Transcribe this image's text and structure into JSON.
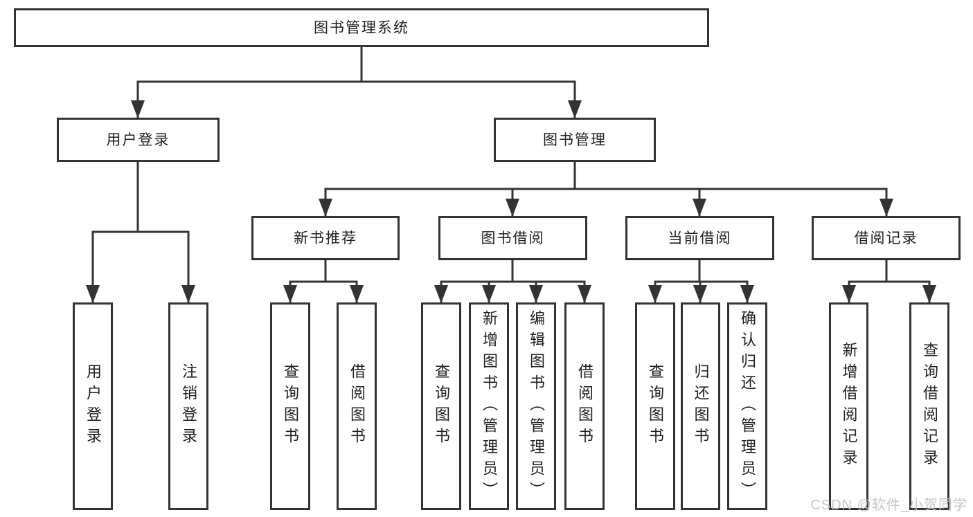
{
  "tree": {
    "label": "图书管理系统",
    "children": [
      {
        "label": "用户登录",
        "children": [
          {
            "label": "用户登录"
          },
          {
            "label": "注销登录"
          }
        ]
      },
      {
        "label": "图书管理",
        "children": [
          {
            "label": "新书推荐",
            "children": [
              {
                "label": "查询图书"
              },
              {
                "label": "借阅图书"
              }
            ]
          },
          {
            "label": "图书借阅",
            "children": [
              {
                "label": "查询图书"
              },
              {
                "label": "新增图书（管理员）"
              },
              {
                "label": "编辑图书（管理员）"
              },
              {
                "label": "借阅图书"
              }
            ]
          },
          {
            "label": "当前借阅",
            "children": [
              {
                "label": "查询图书"
              },
              {
                "label": "归还图书"
              },
              {
                "label": "确认归还（管理员）"
              }
            ]
          },
          {
            "label": "借阅记录",
            "children": [
              {
                "label": "新增借阅记录"
              },
              {
                "label": "查询借阅记录"
              }
            ]
          }
        ]
      }
    ]
  },
  "watermark": {
    "text": "CSDN @软件_小贺同学"
  },
  "colors": {
    "line": "#333333",
    "box_fill": "#ffffff",
    "text": "#1f1f1f",
    "watermark": "#c6c6c6",
    "background": "#ffffff"
  }
}
